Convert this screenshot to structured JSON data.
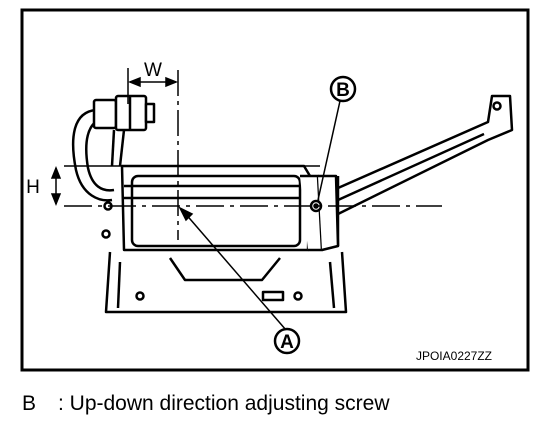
{
  "diagram": {
    "dim_w": "W",
    "dim_h": "H",
    "callout_a": "A",
    "callout_b": "B",
    "figure_code": "JPOIA0227ZZ"
  },
  "legend": {
    "key": "B",
    "text": ": Up-down direction adjusting screw"
  }
}
